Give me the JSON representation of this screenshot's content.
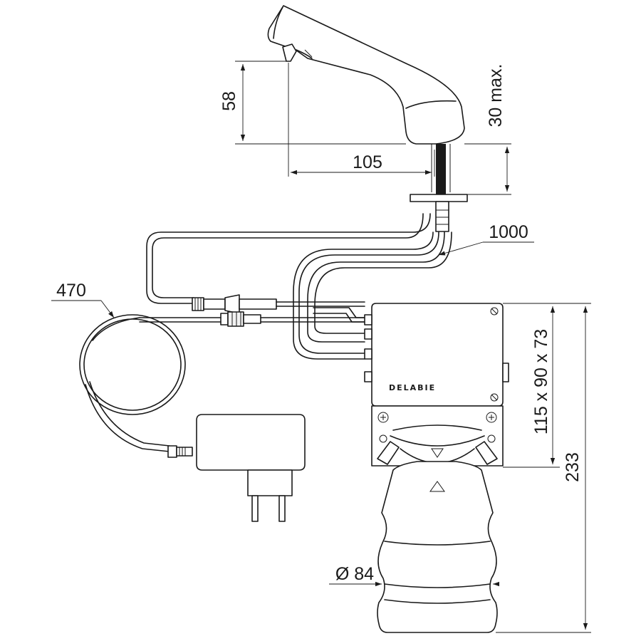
{
  "dimensions": {
    "spout_height": "58",
    "max_deck_thickness": "30 max.",
    "spout_reach": "105",
    "hose_length": "1000",
    "cable_length": "470",
    "box_size": "115 x 90 x 73",
    "total_height": "233",
    "diameter": "Ø 84"
  },
  "control_box": {
    "brand": "DELABIE"
  }
}
